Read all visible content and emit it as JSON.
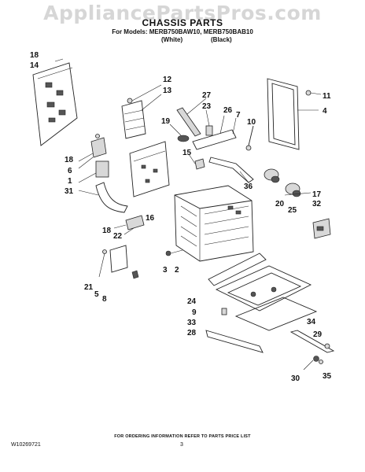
{
  "watermark": "AppliancePartsPros.com",
  "title": "CHASSIS PARTS",
  "models_line": "For Models: MERB750BAW10, MERB750BAB10",
  "variant_white": "(White)",
  "variant_black": "(Black)",
  "footer_note": "FOR ORDERING INFORMATION REFER TO PARTS PRICE LIST",
  "doc_number": "W10269721",
  "page_number": "3",
  "callouts": {
    "c18a": "18",
    "c14": "14",
    "c12": "12",
    "c13": "13",
    "c27": "27",
    "c23": "23",
    "c26": "26",
    "c7": "7",
    "c19": "19",
    "c10": "10",
    "c11": "11",
    "c4": "4",
    "c18b": "18",
    "c6": "6",
    "c15": "15",
    "c1": "1",
    "c31": "31",
    "c36": "36",
    "c17": "17",
    "c32": "32",
    "c20": "20",
    "c25": "25",
    "c16": "16",
    "c18c": "18",
    "c22": "22",
    "c3": "3",
    "c2": "2",
    "c21": "21",
    "c5": "5",
    "c8": "8",
    "c24": "24",
    "c9": "9",
    "c33": "33",
    "c28": "28",
    "c34": "34",
    "c29": "29",
    "c30": "30",
    "c35": "35"
  }
}
